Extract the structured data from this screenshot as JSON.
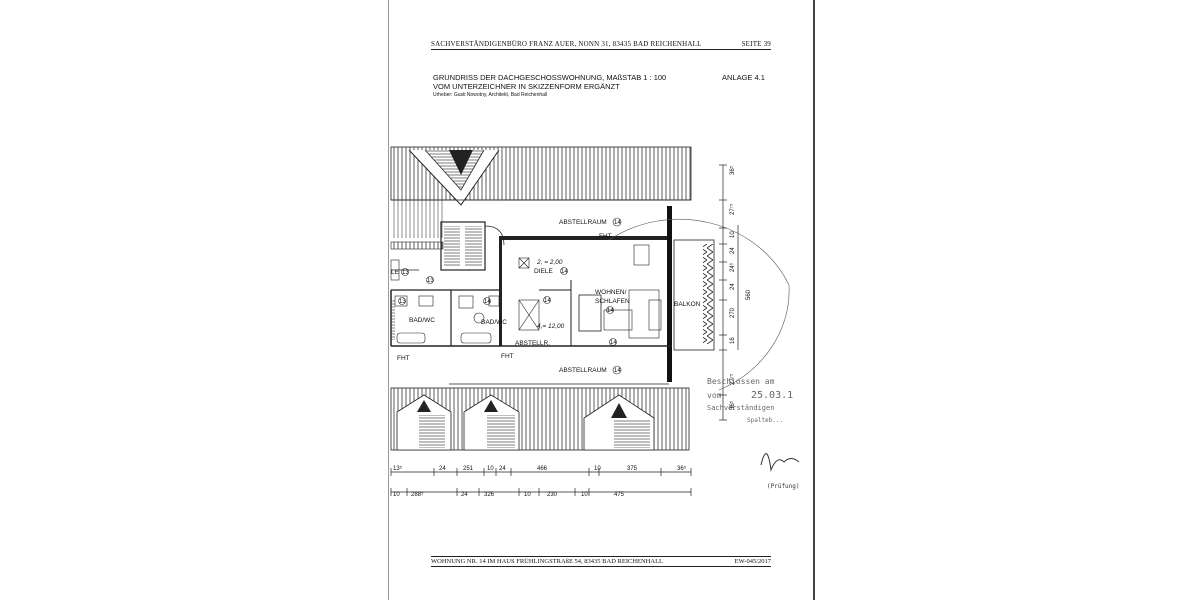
{
  "header": {
    "office": "SACHVERSTÄNDIGENBÜRO FRANZ AUER, NONN 31, 83435 BAD REICHENHALL",
    "page": "SEITE 39"
  },
  "title": {
    "line1": "GRUNDRISS DER DACHGESCHOSSWOHNUNG, MAßSTAB 1 : 100",
    "line2": "VOM UNTERZEICHNER IN SKIZZENFORM ERGÄNZT",
    "author": "Urheber: Gusti Nowotny, Architekt, Bad Reichenhall",
    "annex": "ANLAGE 4.1"
  },
  "plan": {
    "rooms": {
      "abstellraum_top": "ABSTELLRAUM",
      "abstellraum_top_no": "14",
      "fht_top": "FHT",
      "diele_area": "2, = 2,00",
      "diele": "DIELE",
      "diele_no": "14",
      "wohnen": "WOHNEN/",
      "schlafen": "SCHLAFEN",
      "wohnen_no": "14",
      "wohnen_area": "4,= 12,00",
      "balkon": "BALKON",
      "abstellr": "ABSTELLR.",
      "abstellr_no": "14",
      "abstellraum_bottom": "ABSTELLRAUM",
      "abstellraum_bottom_no": "14",
      "badwc": "BAD/WC",
      "badwc_no": "13",
      "badwc2": "BAD/WC",
      "badwc2_no": "14",
      "diele13": "LE",
      "diele13_no": "13",
      "fht_left": "FHT",
      "fht_mid": "FHT",
      "circle_13": "13",
      "circle_14": "14"
    },
    "dims_top_row": [
      "13⁵",
      "24",
      "251",
      "10",
      "24",
      "466",
      "10",
      "375",
      "36⁵"
    ],
    "dims_bottom_row": [
      "10",
      "288⁵",
      "24",
      "326",
      "10",
      "230",
      "10",
      "475"
    ],
    "dims_right": [
      "36⁵",
      "27⁷⁵",
      "10",
      "24",
      "24⁶",
      "24",
      "270",
      "560",
      "16",
      "27⁷⁵",
      "36⁵"
    ]
  },
  "stamp": {
    "line1": "Beschlossen am",
    "line2": "vom",
    "date": "25.03.1",
    "line3": "Sachverständigen",
    "line4": "Spalteb..."
  },
  "signature": {
    "text": "Auer",
    "caption": "(Prüfung)"
  },
  "footer": {
    "apartment": "WOHNUNG NR. 14 IM HAUS FRÜHLINGSTRAßE 54, 83435 BAD REICHENHALL",
    "code": "EW-045/2017"
  }
}
